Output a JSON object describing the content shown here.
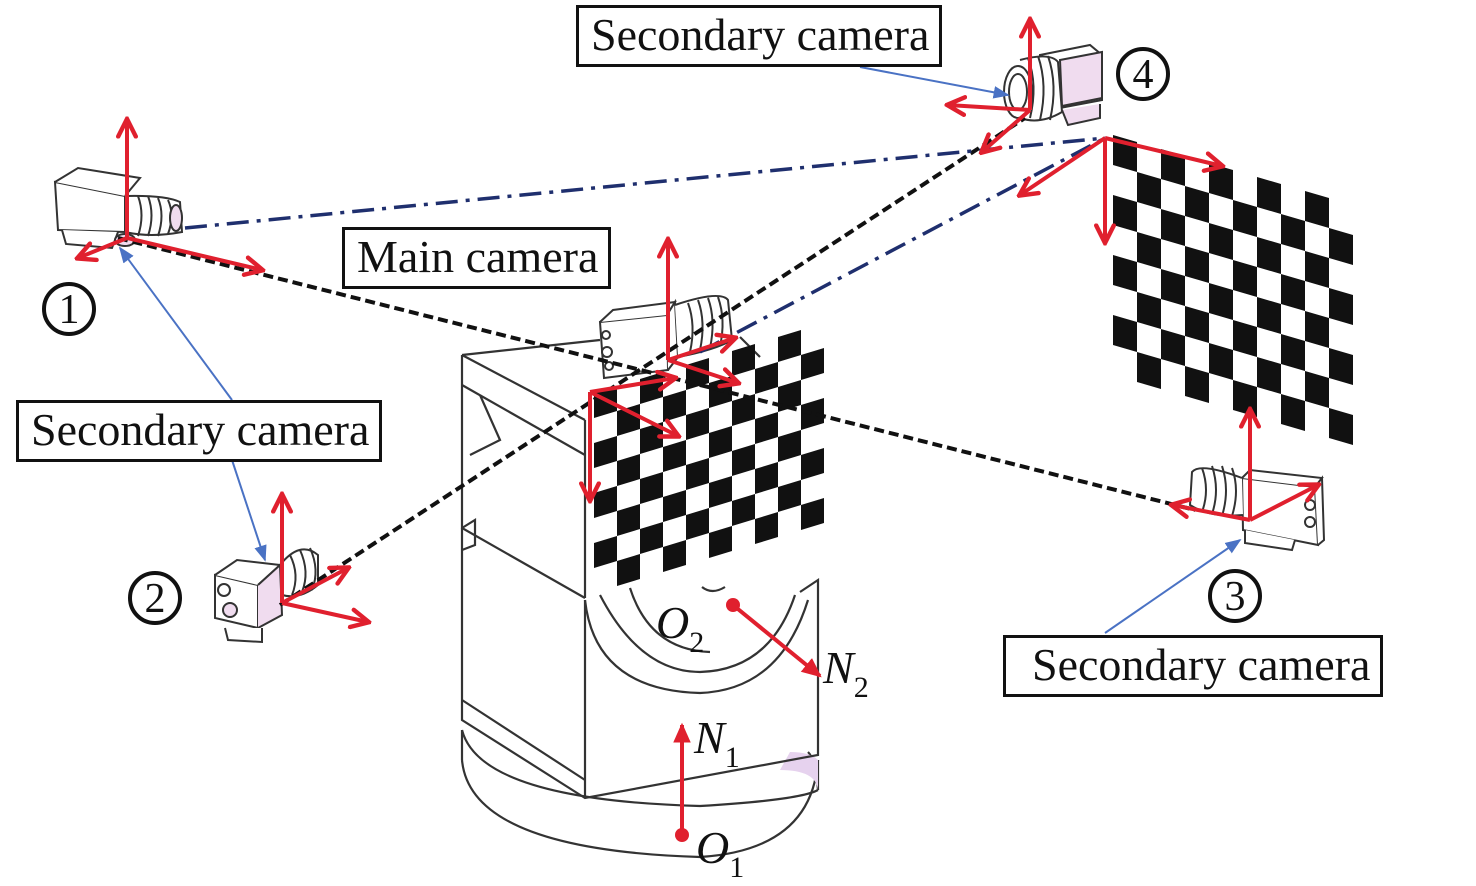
{
  "figure": {
    "labels": {
      "secondary_camera_top": "Secondary camera",
      "secondary_camera_left": "Secondary camera",
      "secondary_camera_right": "Secondary camera",
      "main_camera": "Main camera"
    },
    "camera_numbers": [
      "①",
      "②",
      "③",
      "④"
    ],
    "camera_number_text": [
      "1",
      "2",
      "3",
      "4"
    ],
    "points": {
      "o1": {
        "symbol": "O",
        "sub": "1"
      },
      "o2": {
        "symbol": "O",
        "sub": "2"
      },
      "n1": {
        "symbol": "N",
        "sub": "1"
      },
      "n2": {
        "symbol": "N",
        "sub": "2"
      }
    },
    "colors": {
      "axis_arrow": "#e0202e",
      "pointer_line": "#4a72c4",
      "dashdot_line": "#1f2f6e",
      "dashed_line": "#111111",
      "lens_tint": "#f0dcef",
      "checker": "#111111"
    },
    "checkerboards": {
      "main": {
        "cols": 10,
        "rows": 8
      },
      "remote": {
        "cols": 10,
        "rows": 8
      }
    }
  }
}
